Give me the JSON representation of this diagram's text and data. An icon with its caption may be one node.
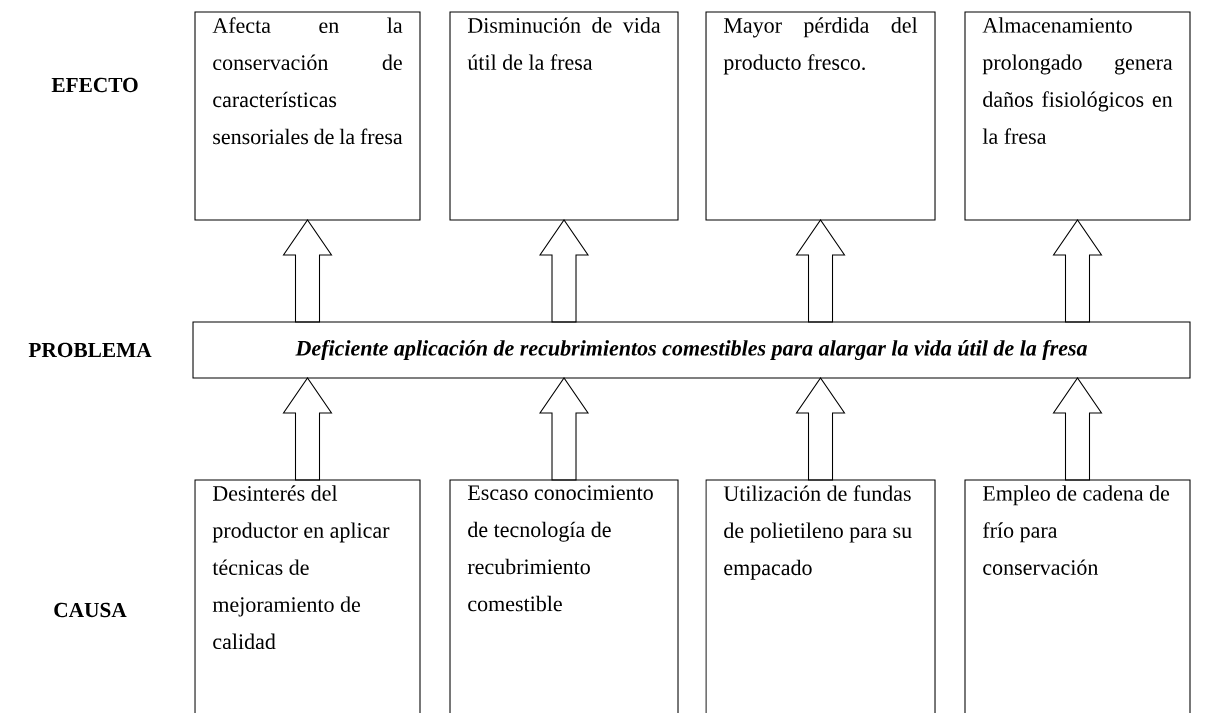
{
  "diagram": {
    "nodes": [
      {
        "text": [
          "Afecta en la conservación de características sensoriales de la fresa"
        ]
      },
      {
        "text": [
          "Disminución de vida útil de la fresa"
        ]
      },
      {
        "text": [
          "Mayor pérdida del producto fresco."
        ]
      },
      {
        "text": [
          "Almacenamiento prolongado genera daños fisiológicos en la fresa"
        ]
      },
      {
        "text": [
          "Deficiente aplicación de recubrimientos comestibles para alargar la vida útil de la fresa"
        ]
      },
      {
        "text": [
          "Desinterés del productor en aplicar técnicas de mejoramiento de calidad"
        ]
      },
      {
        "text": [
          "Escaso conocimiento de tecnología de recubrimiento comestible"
        ]
      },
      {
        "text": [
          "Utilización de fundas de polietileno para su empacado"
        ]
      },
      {
        "text": [
          "Empleo de cadena de frío para conservación"
        ]
      }
    ],
    "edges": [
      {
        "from": 5,
        "to": 4,
        "arrow": "to"
      },
      {
        "from": 6,
        "to": 4,
        "arrow": "to"
      },
      {
        "from": 7,
        "to": 4,
        "arrow": "to"
      },
      {
        "from": 8,
        "to": 4,
        "arrow": "to"
      },
      {
        "from": 4,
        "to": 0,
        "arrow": "to"
      },
      {
        "from": 4,
        "to": 1,
        "arrow": "to"
      },
      {
        "from": 4,
        "to": 2,
        "arrow": "to"
      },
      {
        "from": 4,
        "to": 3,
        "arrow": "to"
      }
    ],
    "labels": [
      "EFECTO",
      "PROBLEMA",
      "CAUSA"
    ]
  }
}
